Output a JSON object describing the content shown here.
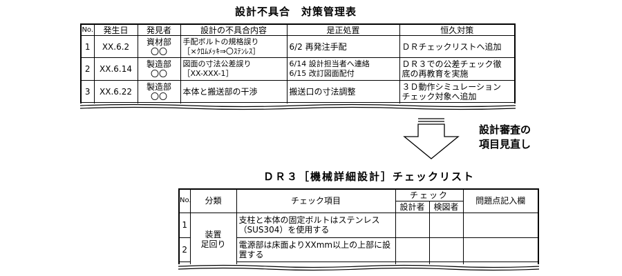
{
  "top": {
    "title": "設計不具合　対策管理表",
    "headers": [
      "No.",
      "発生日",
      "発見者",
      "設計の不具合内容",
      "是正処置",
      "恒久対策"
    ],
    "rows": [
      {
        "no": "1",
        "date": "XX.6.2",
        "finder": "資材部\n〇〇",
        "issue": "手配ボルトの規格誤り\n［×ｸﾛﾑﾒｯｷ⇒〇ｽﾃﾝﾚｽ］",
        "fix": "6/2 再発注手配",
        "permanent": "ＤＲチェックリストへ追加"
      },
      {
        "no": "2",
        "date": "XX.6.14",
        "finder": "製造部\n〇〇",
        "issue": "図面の寸法公差誤り\n［XX-XXX-1］",
        "fix": "6/14 設計担当者へ連絡\n6/15 改訂図面配付",
        "permanent": "ＤＲ３での公差チェック徹\n底の再教育を実施"
      },
      {
        "no": "3",
        "date": "XX.6.22",
        "finder": "製造部\n〇〇",
        "issue": "本体と搬送部の干渉",
        "fix": "搬送口の寸法調整",
        "permanent": "３Ｄ動作シミュレーション\nチェック対象へ追加"
      }
    ]
  },
  "arrow_note": "設計審査の\n項目見直し",
  "bottom": {
    "title": "ＤＲ３［機械詳細設計］チェックリスト",
    "headers": {
      "no": "No.",
      "category": "分類",
      "item": "チェック項目",
      "check": "チェック",
      "designer": "設計者",
      "inspector": "検図者",
      "notes": "問題点記入欄"
    },
    "category": "装置\n足回り",
    "rows": [
      {
        "no": "1",
        "item": "支柱と本体の固定ボルトはステンレス\n（SUS304）を使用する"
      },
      {
        "no": "2",
        "item": "電源部は床面よりXXmm以上の上部に設\n置する"
      }
    ]
  }
}
